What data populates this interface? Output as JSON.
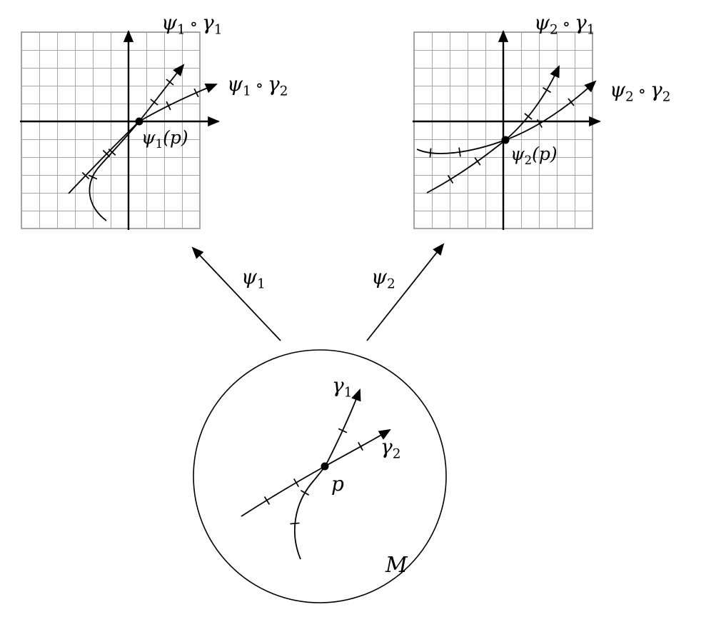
{
  "charts": {
    "left": {
      "curve1_label": {
        "map": "ψ",
        "map_sub": "1",
        "op": "∘",
        "curve": "γ",
        "curve_sub": "1"
      },
      "curve2_label": {
        "map": "ψ",
        "map_sub": "1",
        "op": "∘",
        "curve": "γ",
        "curve_sub": "2"
      },
      "point_label": {
        "base": "ψ",
        "sub": "1",
        "arg": "(p)"
      }
    },
    "right": {
      "curve1_label": {
        "map": "ψ",
        "map_sub": "2",
        "op": "∘",
        "curve": "γ",
        "curve_sub": "1"
      },
      "curve2_label": {
        "map": "ψ",
        "map_sub": "2",
        "op": "∘",
        "curve": "γ",
        "curve_sub": "2"
      },
      "point_label": {
        "base": "ψ",
        "sub": "2",
        "arg": "(p)"
      }
    }
  },
  "chart_maps": {
    "left": {
      "base": "ψ",
      "sub": "1"
    },
    "right": {
      "base": "ψ",
      "sub": "2"
    }
  },
  "manifold": {
    "curve1_label": {
      "base": "γ",
      "sub": "1"
    },
    "curve2_label": {
      "base": "γ",
      "sub": "2"
    },
    "point_label": "p",
    "manifold_label": "M"
  },
  "colors": {
    "ink": "#000000",
    "grid": "#999999",
    "background": "#ffffff"
  }
}
